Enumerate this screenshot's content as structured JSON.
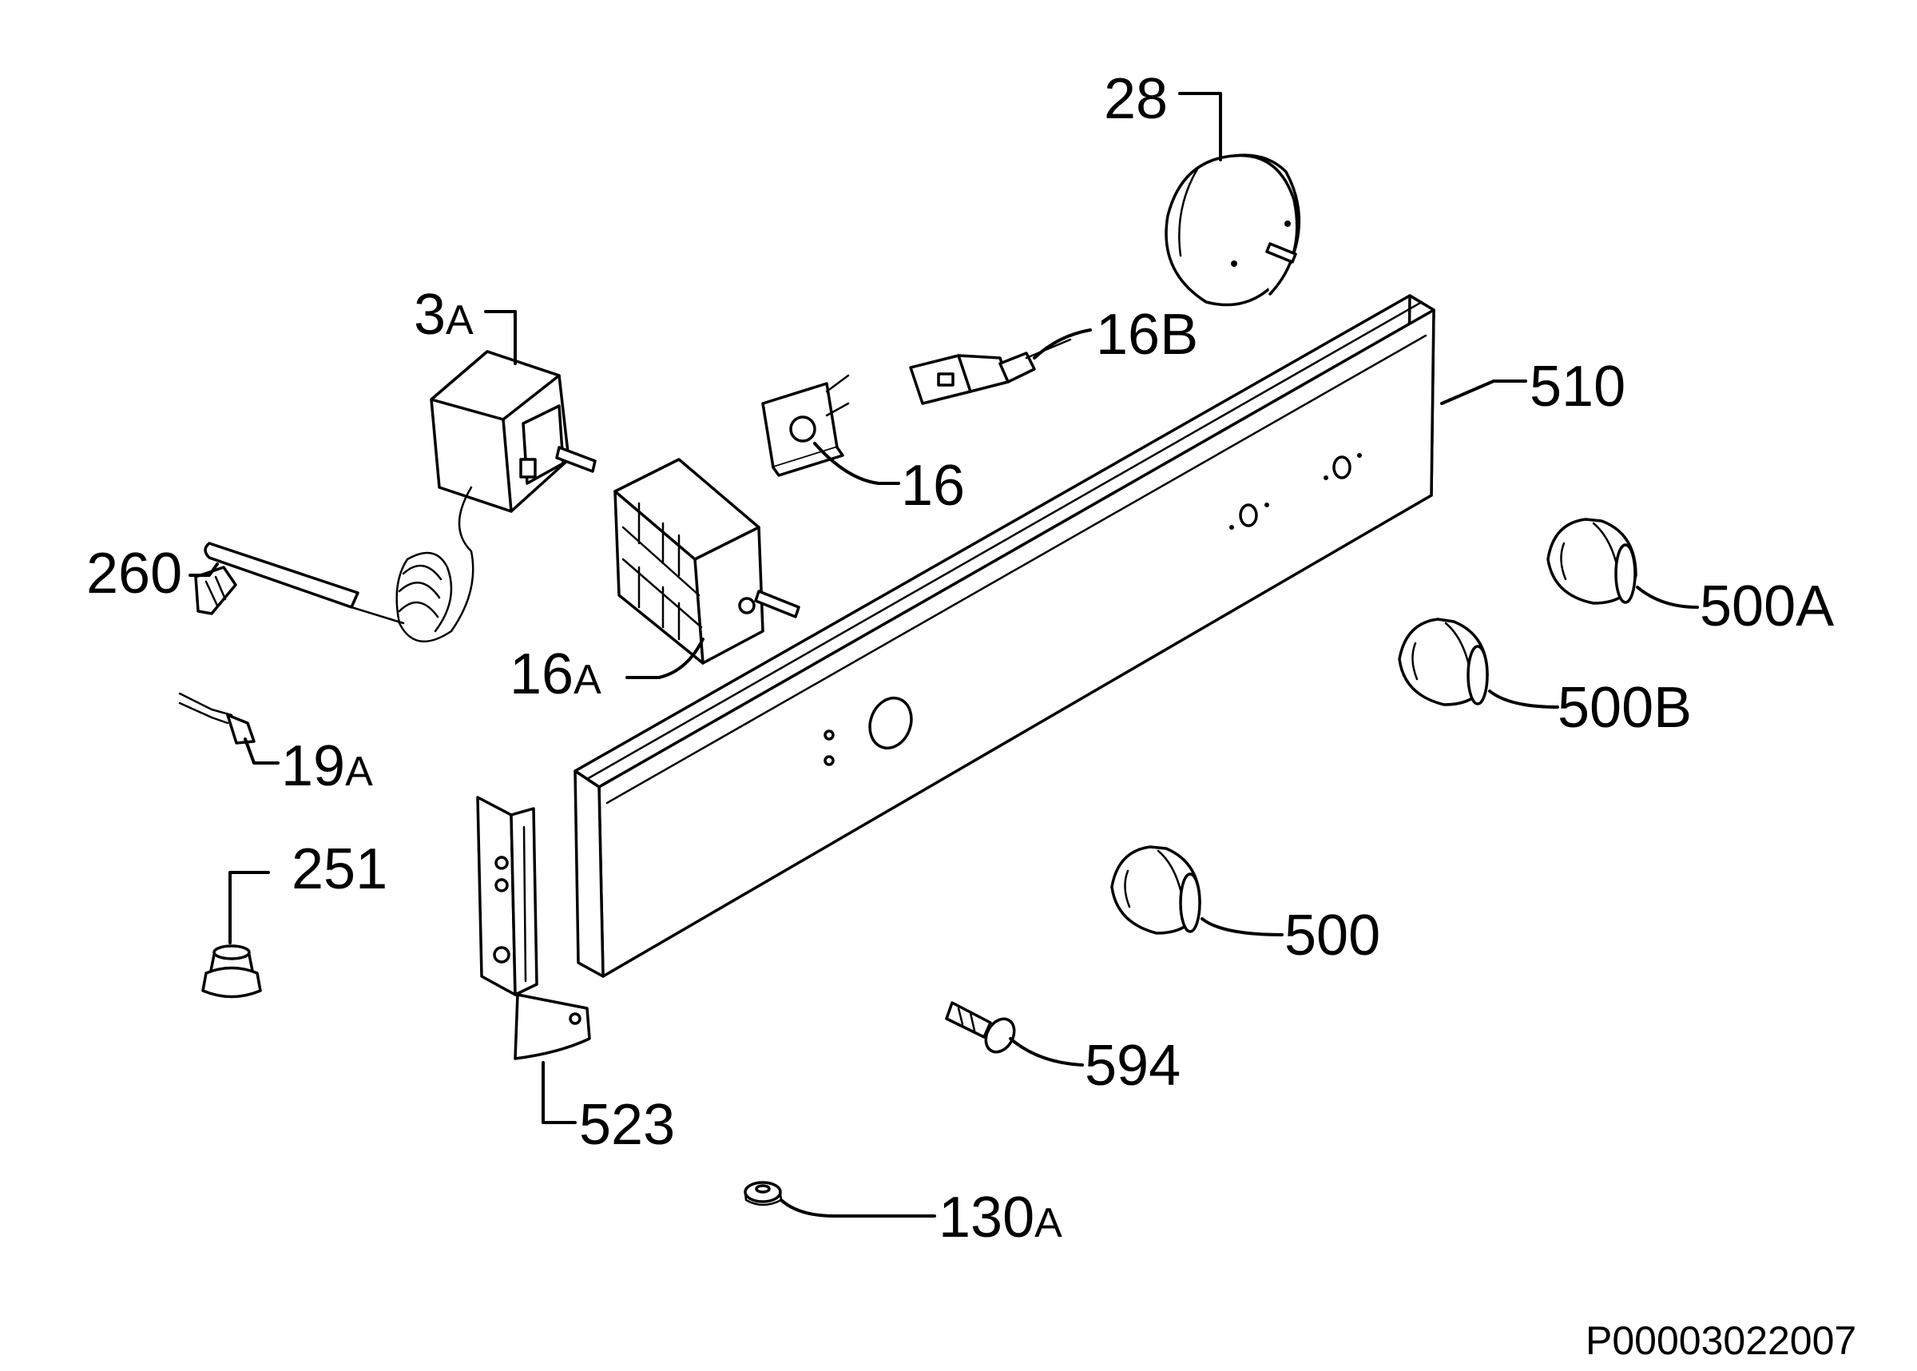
{
  "diagram": {
    "parts": [
      {
        "id": "28",
        "main": "28",
        "suffix": ""
      },
      {
        "id": "3A",
        "main": "3",
        "suffix": "A"
      },
      {
        "id": "16B",
        "main": "16B",
        "suffix": ""
      },
      {
        "id": "510",
        "main": "510",
        "suffix": ""
      },
      {
        "id": "16",
        "main": "16",
        "suffix": ""
      },
      {
        "id": "260",
        "main": "260",
        "suffix": ""
      },
      {
        "id": "500A",
        "main": "500A",
        "suffix": ""
      },
      {
        "id": "16A",
        "main": "16",
        "suffix": "A"
      },
      {
        "id": "500B",
        "main": "500B",
        "suffix": ""
      },
      {
        "id": "19A",
        "main": "19",
        "suffix": "A"
      },
      {
        "id": "251",
        "main": "251",
        "suffix": ""
      },
      {
        "id": "500",
        "main": "500",
        "suffix": ""
      },
      {
        "id": "594",
        "main": "594",
        "suffix": ""
      },
      {
        "id": "523",
        "main": "523",
        "suffix": ""
      },
      {
        "id": "130A",
        "main": "130",
        "suffix": "A"
      }
    ],
    "reference_code": "P00003022007"
  }
}
